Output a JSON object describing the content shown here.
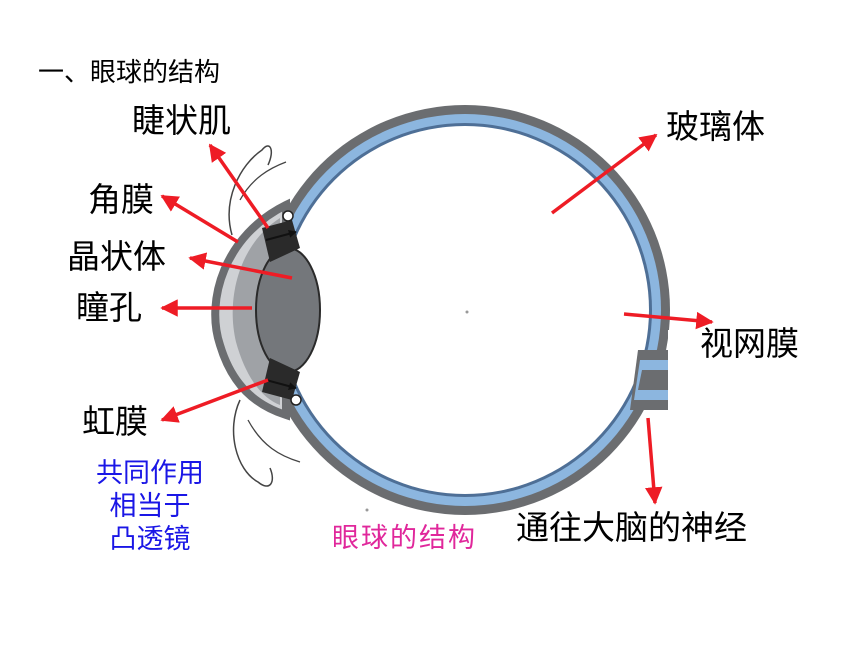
{
  "title": "一、眼球的结构",
  "labels": {
    "ciliary_muscle": "睫状肌",
    "cornea": "角膜",
    "lens": "晶状体",
    "pupil": "瞳孔",
    "iris": "虹膜",
    "vitreous_body": "玻璃体",
    "retina": "视网膜",
    "optic_nerve": "通往大脑的神经"
  },
  "note": {
    "line1": "共同作用",
    "line2": "相当于",
    "line3": "凸透镜"
  },
  "caption": "眼球的结构",
  "colors": {
    "arrow": "#ee1c25",
    "sclera": "#6b6d70",
    "choroid_band": "#8cb6df",
    "note_text": "#1a16e6",
    "caption_text": "#e0279b"
  }
}
